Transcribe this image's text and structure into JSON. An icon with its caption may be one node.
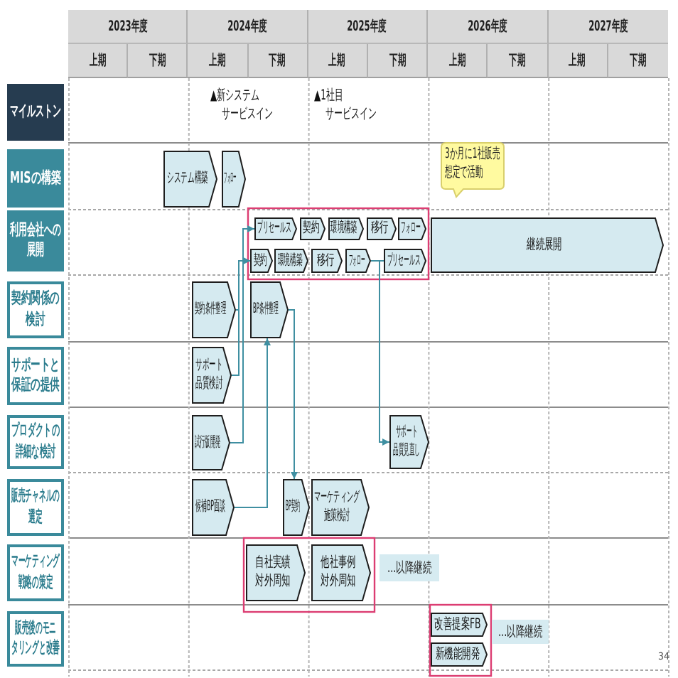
{
  "diagram": {
    "nodes": [
      {
        "text": [
          "マイルストン"
        ]
      },
      {
        "text": [
          "MISの構築"
        ]
      },
      {
        "text": [
          "システム構築"
        ]
      },
      {
        "text": [
          "フォロー"
        ]
      },
      {
        "text": [
          "3か月に1社販売想定で活動"
        ]
      },
      {
        "text": [
          "利用会社への展開"
        ]
      },
      {
        "text": [
          "プリセールス"
        ]
      },
      {
        "text": [
          "契約"
        ]
      },
      {
        "text": [
          "環境構築"
        ]
      },
      {
        "text": [
          "移行"
        ]
      },
      {
        "text": [
          "フォロー"
        ]
      },
      {
        "text": [
          "契約"
        ]
      },
      {
        "text": [
          "環境構築"
        ]
      },
      {
        "text": [
          "移行"
        ]
      },
      {
        "text": [
          "フォロー"
        ]
      },
      {
        "text": [
          "プリセールス"
        ]
      },
      {
        "text": [
          "継続展開"
        ]
      },
      {
        "text": [
          "契約関係の検討"
        ]
      },
      {
        "text": [
          "契約条件整理"
        ]
      },
      {
        "text": [
          "BP条件整理"
        ]
      },
      {
        "text": [
          "サポートと保証の提供"
        ]
      },
      {
        "text": [
          "サポート品質検討"
        ]
      },
      {
        "text": [
          "プロダクトの詳細な検討"
        ]
      },
      {
        "text": [
          "試行版開発"
        ]
      },
      {
        "text": [
          "サポート品質見直し"
        ]
      },
      {
        "text": [
          "販売チャネルの選定"
        ]
      },
      {
        "text": [
          "候補BP面談"
        ]
      },
      {
        "text": [
          "BP契約"
        ]
      },
      {
        "text": [
          "マーケティング施策検討"
        ]
      },
      {
        "text": [
          "マーケティング戦略の策定"
        ]
      },
      {
        "text": [
          "自社実績対外周知"
        ]
      },
      {
        "text": [
          "他社事例対外周知"
        ]
      },
      {
        "text": [
          "…以降継続"
        ]
      },
      {
        "text": [
          "販売後のモニタリングと改善"
        ]
      },
      {
        "text": [
          "改善提案FB"
        ]
      },
      {
        "text": [
          "新機能開発"
        ]
      },
      {
        "text": [
          "…以降継続"
        ]
      }
    ],
    "edges": [
      {
        "from": 18,
        "to": 11,
        "arrow": "to"
      },
      {
        "from": 21,
        "to": 11,
        "arrow": "to"
      },
      {
        "from": 23,
        "to": 6,
        "arrow": "to"
      },
      {
        "from": 26,
        "to": 19,
        "arrow": "to"
      },
      {
        "from": 19,
        "to": 27,
        "arrow": "to"
      },
      {
        "from": 14,
        "to": 15,
        "arrow": "none"
      },
      {
        "from": 14,
        "to": 24,
        "arrow": "to"
      }
    ],
    "labels": [
      "2023年度",
      "2024年度",
      "2025年度",
      "2026年度",
      "2027年度",
      "上期",
      "下期",
      "上期",
      "下期",
      "上期",
      "下期",
      "上期",
      "下期",
      "上期",
      "下期",
      "▲新システムサービスイン",
      "▲1社目サービスイン",
      "34"
    ]
  }
}
